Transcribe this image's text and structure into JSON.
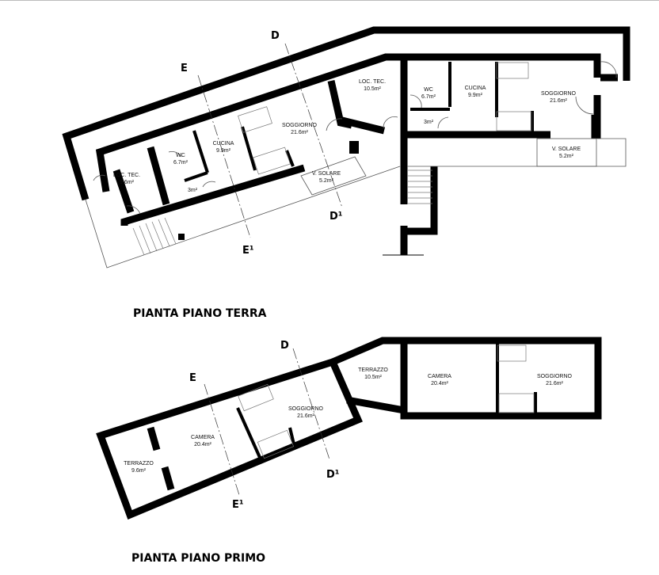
{
  "ground_floor": {
    "title": "PIANTA PIANO TERRA",
    "rooms": [
      {
        "name": "LOC. TEC.",
        "area": "9.6m²"
      },
      {
        "name": "WC",
        "area": "6.7m²"
      },
      {
        "name": "",
        "area": "3m²"
      },
      {
        "name": "CUCINA",
        "area": "9.9m²"
      },
      {
        "name": "SOGGIORNO",
        "area": "21.6m²"
      },
      {
        "name": "V. SOLARE",
        "area": "5.2m²"
      },
      {
        "name": "LOC. TEC.",
        "area": "10.5m²"
      },
      {
        "name": "WC",
        "area": "6.7m²"
      },
      {
        "name": "",
        "area": "3m²"
      },
      {
        "name": "CUCINA",
        "area": "9.9m²"
      },
      {
        "name": "SOGGIORNO",
        "area": "21.6m²"
      },
      {
        "name": "V. SOLARE",
        "area": "5.2m²"
      }
    ],
    "sections": {
      "e": "E",
      "e1": "E¹",
      "d": "D",
      "d1": "D¹"
    }
  },
  "first_floor": {
    "title": "PIANTA PIANO PRIMO",
    "rooms": [
      {
        "name": "TERRAZZO",
        "area": "9.6m²"
      },
      {
        "name": "CAMERA",
        "area": "20.4m²"
      },
      {
        "name": "SOGGIORNO",
        "area": "21.6m²"
      },
      {
        "name": "TERRAZZO",
        "area": "10.5m²"
      },
      {
        "name": "CAMERA",
        "area": "20.4m²"
      },
      {
        "name": "SOGGIORNO",
        "area": "21.6m²"
      }
    ],
    "sections": {
      "e": "E",
      "e1": "E¹",
      "d": "D",
      "d1": "D¹"
    }
  }
}
